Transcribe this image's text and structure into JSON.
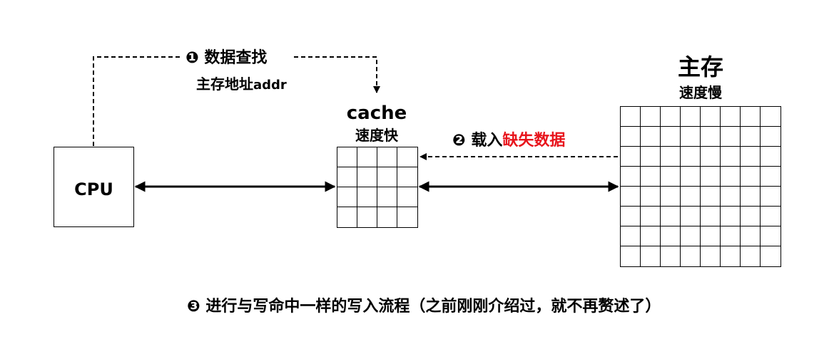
{
  "step1": {
    "marker": "❶",
    "title": "数据查找",
    "sub_text": "主存地址",
    "sub_code": "addr"
  },
  "step2": {
    "marker": "❷",
    "text": "载入",
    "highlight": "缺失数据"
  },
  "step3": {
    "marker": "❸",
    "text": "进行与写命中一样的写入流程（之前刚刚介绍过，就不再赘述了）"
  },
  "cpu": {
    "label": "CPU"
  },
  "cache": {
    "title": "cache",
    "speed": "速度快",
    "rows": 4,
    "cols": 4
  },
  "memory": {
    "title": "主存",
    "speed": "速度慢",
    "rows": 8,
    "cols": 8
  },
  "colors": {
    "line": "#000000",
    "highlight": "#e8141c"
  }
}
